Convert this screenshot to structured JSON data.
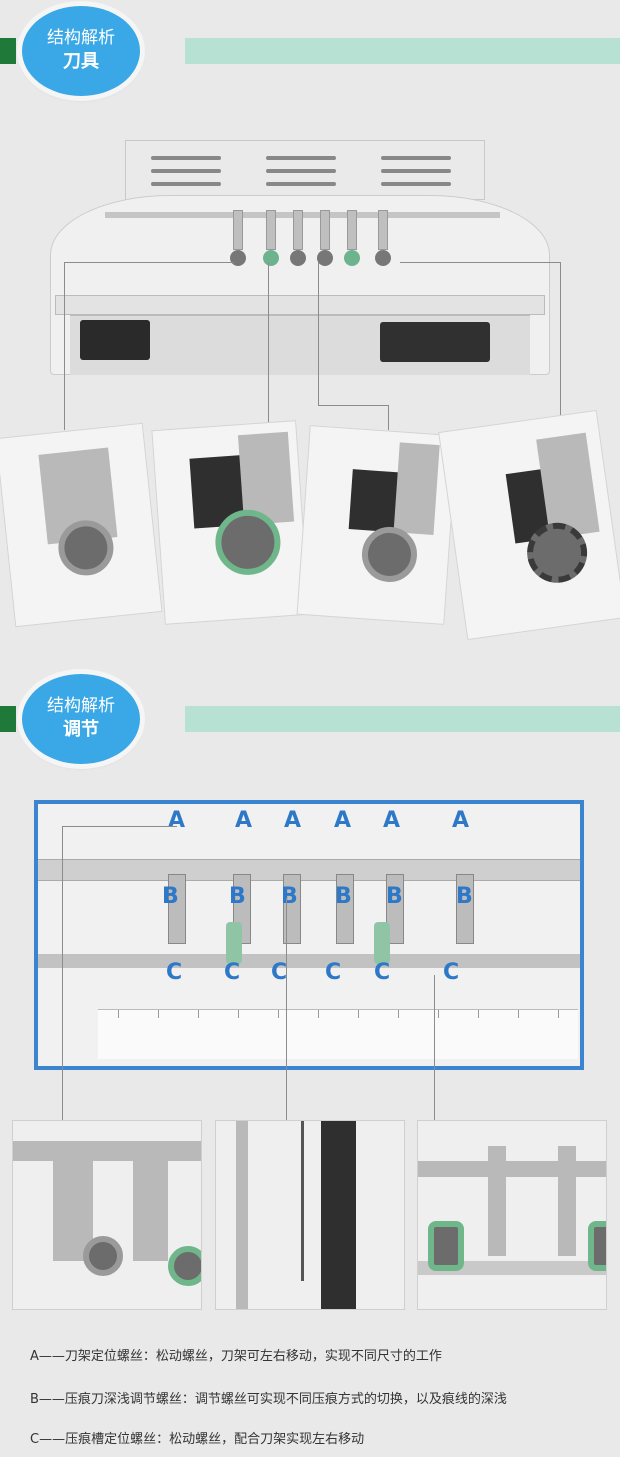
{
  "section1": {
    "title": "结构解析",
    "subtitle": "刀具"
  },
  "section2": {
    "title": "结构解析",
    "subtitle": "调节"
  },
  "markers": {
    "a": "A",
    "b": "B",
    "c": "C"
  },
  "descriptions": [
    "A——刀架定位螺丝：松动螺丝，刀架可左右移动，实现不同尺寸的工作",
    "B——压痕刀深浅调节螺丝：调节螺丝可实现不同压痕方式的切换，以及痕线的深浅",
    "C——压痕槽定位螺丝：松动螺丝，配合刀架实现左右移动"
  ],
  "colors": {
    "accent_blue": "#3aa7e6",
    "frame_blue": "#3b84d0",
    "green_tab": "#1f7a3a",
    "mint_bar": "#b7e2d3"
  }
}
